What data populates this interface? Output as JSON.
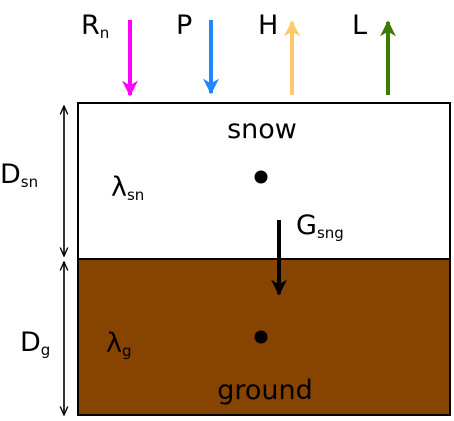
{
  "fluxes": [
    {
      "main": "R",
      "sub": "n",
      "direction": "down",
      "color": "#ff00ff",
      "icon": "arrow-down-icon"
    },
    {
      "main": "P",
      "sub": "",
      "direction": "down",
      "color": "#1e88ff",
      "icon": "arrow-down-icon"
    },
    {
      "main": "H",
      "sub": "",
      "direction": "up",
      "color": "#ffc96b",
      "icon": "arrow-up-icon"
    },
    {
      "main": "L",
      "sub": "",
      "direction": "up",
      "color": "#3c7a00",
      "icon": "arrow-up-icon"
    }
  ],
  "snow_layer": {
    "name": "snow",
    "fill": "#ffffff",
    "depth_label": {
      "main": "D",
      "sub": "sn"
    },
    "conductivity_label": {
      "main": "λ",
      "sub": "sn"
    }
  },
  "ground_layer": {
    "name": "ground",
    "fill": "#874300",
    "depth_label": {
      "main": "D",
      "sub": "g"
    },
    "conductivity_label": {
      "main": "λ",
      "sub": "g"
    }
  },
  "interface_flux": {
    "main": "G",
    "sub": "sng",
    "direction": "down",
    "color": "#000000",
    "icon": "arrow-down-icon"
  }
}
